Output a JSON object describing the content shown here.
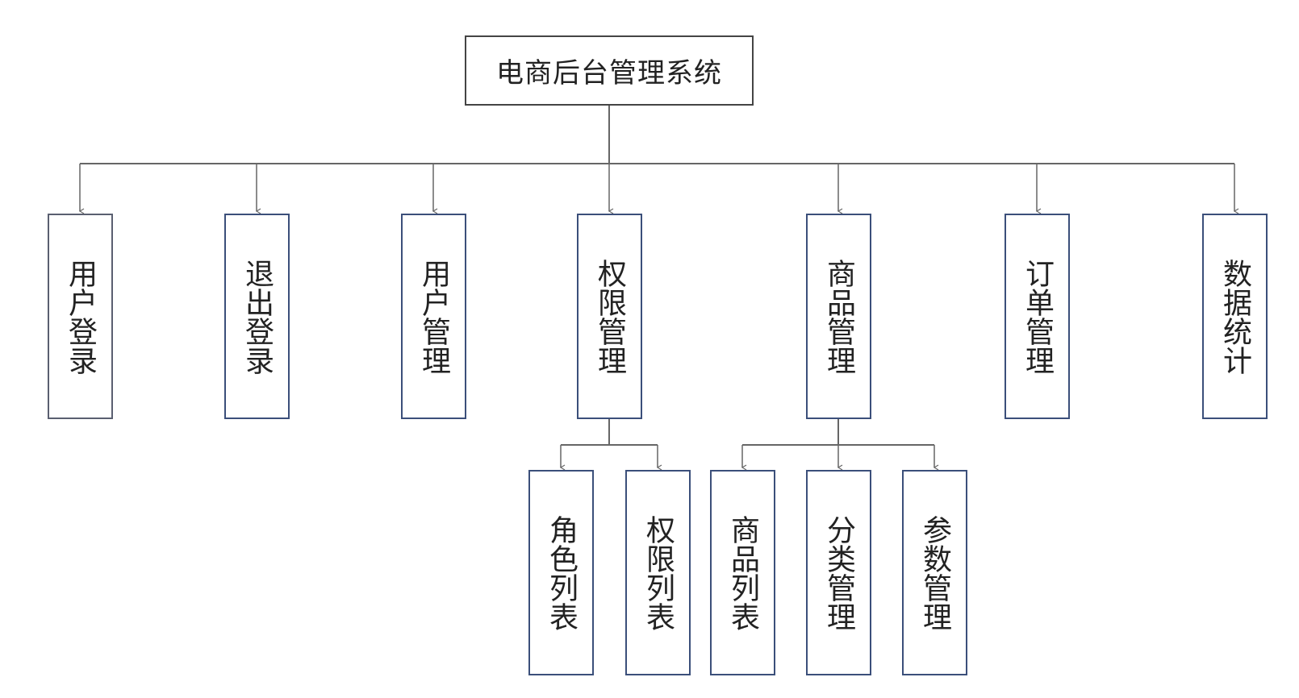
{
  "root": {
    "label": "电商后台管理系统"
  },
  "children": [
    {
      "label": "用户登录"
    },
    {
      "label": "退出登录"
    },
    {
      "label": "用户管理"
    },
    {
      "label": "权限管理",
      "sub": [
        {
          "label": "角色列表"
        },
        {
          "label": "权限列表"
        }
      ]
    },
    {
      "label": "商品管理",
      "sub": [
        {
          "label": "商品列表"
        },
        {
          "label": "分类管理"
        },
        {
          "label": "参数管理"
        }
      ]
    },
    {
      "label": "订单管理"
    },
    {
      "label": "数据统计"
    }
  ]
}
